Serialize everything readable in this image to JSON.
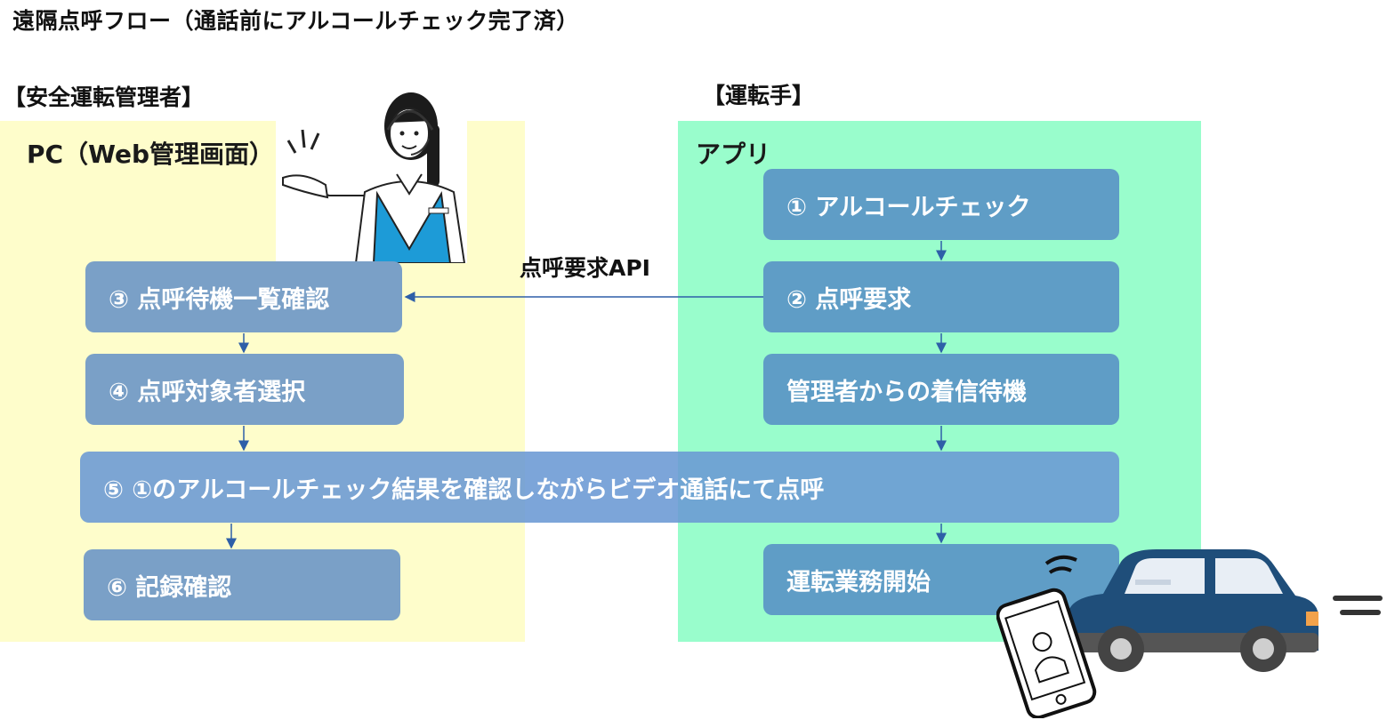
{
  "title": "遠隔点呼フロー（通話前にアルコールチェック完了済）",
  "manager": {
    "role_label": "【安全運転管理者】",
    "panel_label": "PC（Web管理画面）",
    "steps": [
      "③ 点呼待機一覧確認",
      "④ 点呼対象者選択",
      "⑥ 記録確認"
    ]
  },
  "driver": {
    "role_label": "【運転手】",
    "panel_label": "アプリ",
    "steps": [
      "① アルコールチェック",
      "② 点呼要求",
      "管理者からの着信待機",
      "運転業務開始"
    ]
  },
  "shared_step": "⑤ ①のアルコールチェック結果を確認しながらビデオ通話にて点呼",
  "api_label": "点呼要求API",
  "colors": {
    "manager_panel": "#fefdcb",
    "driver_panel": "#99fdcc",
    "manager_step": "#7aa0c7",
    "driver_step": "#5f9dc6",
    "arrow": "#2e5fa8",
    "car_body": "#1f4e7a"
  },
  "icons": [
    "operator-illustration-icon",
    "smartphone-video-icon",
    "car-icon",
    "signal-waves-icon",
    "motion-lines-icon"
  ]
}
